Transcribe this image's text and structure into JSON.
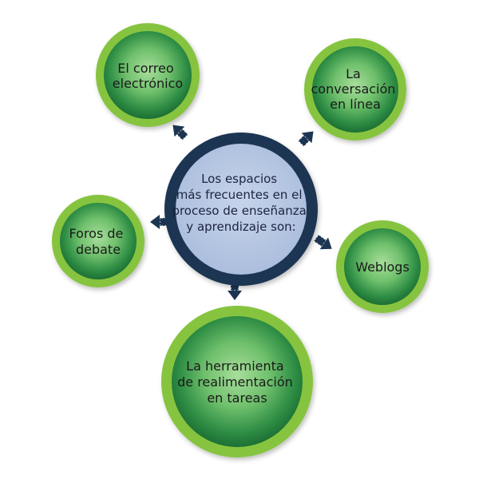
{
  "center": {
    "lines": [
      "Los espacios",
      "más frecuentes en el",
      "proceso de enseñanza",
      "y aprendizaje son:"
    ]
  },
  "nodes": [
    {
      "id": "email",
      "lines": [
        "El correo",
        "electrónico"
      ]
    },
    {
      "id": "chat",
      "lines": [
        "La",
        "conversación",
        "en línea"
      ]
    },
    {
      "id": "forums",
      "lines": [
        "Foros de",
        "debate"
      ]
    },
    {
      "id": "weblogs",
      "lines": [
        "Weblogs"
      ]
    },
    {
      "id": "feedback-tool",
      "lines": [
        "La herramienta",
        "de realimentación",
        "en tareas"
      ]
    }
  ],
  "colors": {
    "ring_outer": "#86c440",
    "node_fill_center": "#a5dc9a",
    "node_fill_edge": "#1e7a38",
    "hub_ring": "#1c3552",
    "hub_fill": "#b9c9e2",
    "arrow": "#1c3552"
  }
}
